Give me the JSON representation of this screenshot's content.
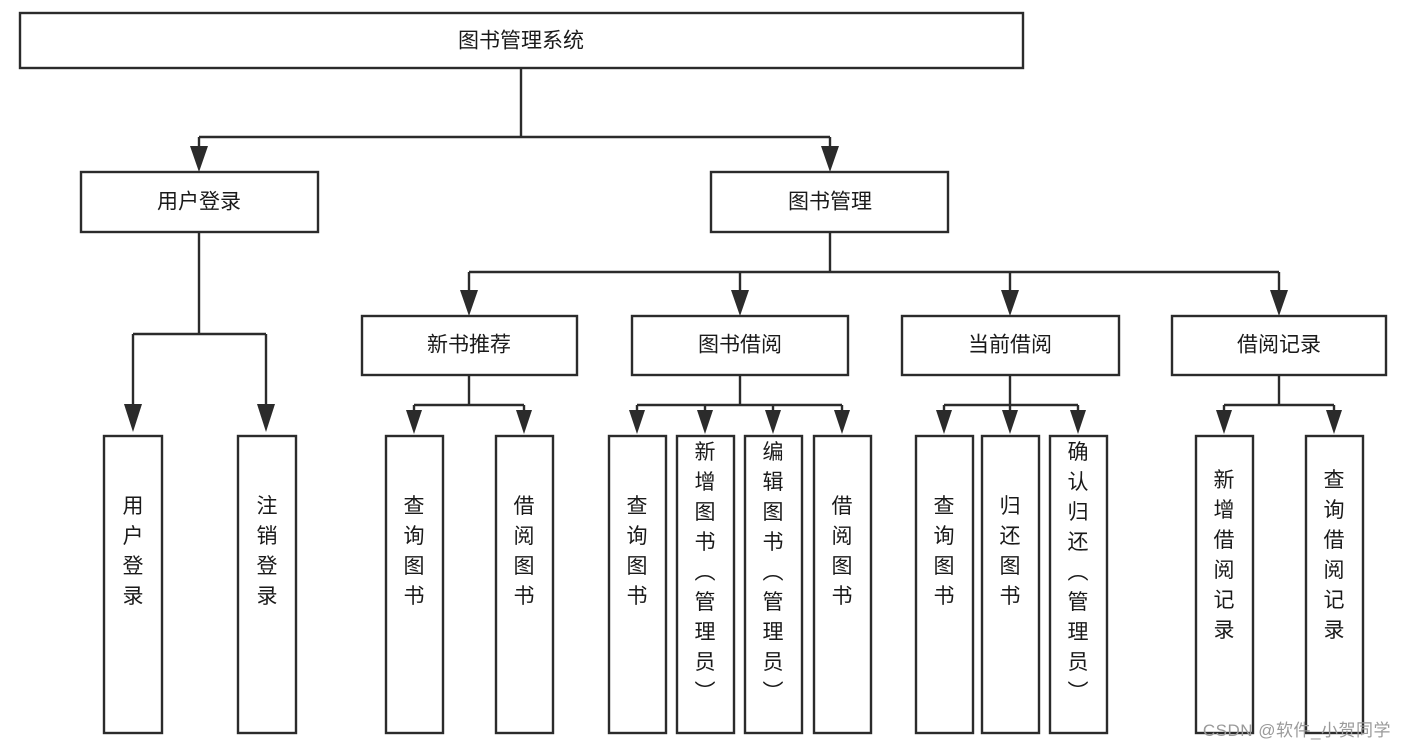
{
  "diagram": {
    "title": "图书管理系统",
    "type": "tree-hierarchy",
    "watermark": "CSDN @软件_小贺同学",
    "colors": {
      "stroke": "#2b2b2b",
      "fill": "#ffffff",
      "text": "#1a1a1a",
      "watermark": "#9a9a9a"
    },
    "nodes": {
      "root": {
        "label": "图书管理系统",
        "orientation": "horizontal",
        "level": 1
      },
      "l2": [
        {
          "id": "user-login",
          "label": "用户登录",
          "orientation": "horizontal",
          "level": 2
        },
        {
          "id": "book-manage",
          "label": "图书管理",
          "orientation": "horizontal",
          "level": 2
        }
      ],
      "l3": [
        {
          "id": "new-book-rec",
          "label": "新书推荐",
          "orientation": "horizontal",
          "level": 3
        },
        {
          "id": "book-borrow",
          "label": "图书借阅",
          "orientation": "horizontal",
          "level": 3
        },
        {
          "id": "current-borrow",
          "label": "当前借阅",
          "orientation": "horizontal",
          "level": 3
        },
        {
          "id": "borrow-record",
          "label": "借阅记录",
          "orientation": "horizontal",
          "level": 3
        }
      ],
      "leaves": [
        {
          "id": "leaf-user-login",
          "label": "用户登录",
          "orientation": "vertical",
          "parent": "user-login"
        },
        {
          "id": "leaf-user-logout",
          "label": "注销登录",
          "orientation": "vertical",
          "parent": "user-login"
        },
        {
          "id": "leaf-query-book-1",
          "label": "查询图书",
          "orientation": "vertical",
          "parent": "new-book-rec"
        },
        {
          "id": "leaf-borrow-book-1",
          "label": "借阅图书",
          "orientation": "vertical",
          "parent": "new-book-rec"
        },
        {
          "id": "leaf-query-book-2",
          "label": "查询图书",
          "orientation": "vertical",
          "parent": "book-borrow"
        },
        {
          "id": "leaf-add-book",
          "label": "新增图书（管理员）",
          "orientation": "vertical",
          "parent": "book-borrow"
        },
        {
          "id": "leaf-edit-book",
          "label": "编辑图书（管理员）",
          "orientation": "vertical",
          "parent": "book-borrow"
        },
        {
          "id": "leaf-borrow-book-2",
          "label": "借阅图书",
          "orientation": "vertical",
          "parent": "book-borrow"
        },
        {
          "id": "leaf-query-book-3",
          "label": "查询图书",
          "orientation": "vertical",
          "parent": "current-borrow"
        },
        {
          "id": "leaf-return-book",
          "label": "归还图书",
          "orientation": "vertical",
          "parent": "current-borrow"
        },
        {
          "id": "leaf-confirm-return",
          "label": "确认归还（管理员）",
          "orientation": "vertical",
          "parent": "current-borrow"
        },
        {
          "id": "leaf-add-record",
          "label": "新增借阅记录",
          "orientation": "vertical",
          "parent": "borrow-record"
        },
        {
          "id": "leaf-query-record",
          "label": "查询借阅记录",
          "orientation": "vertical",
          "parent": "borrow-record"
        }
      ]
    }
  }
}
